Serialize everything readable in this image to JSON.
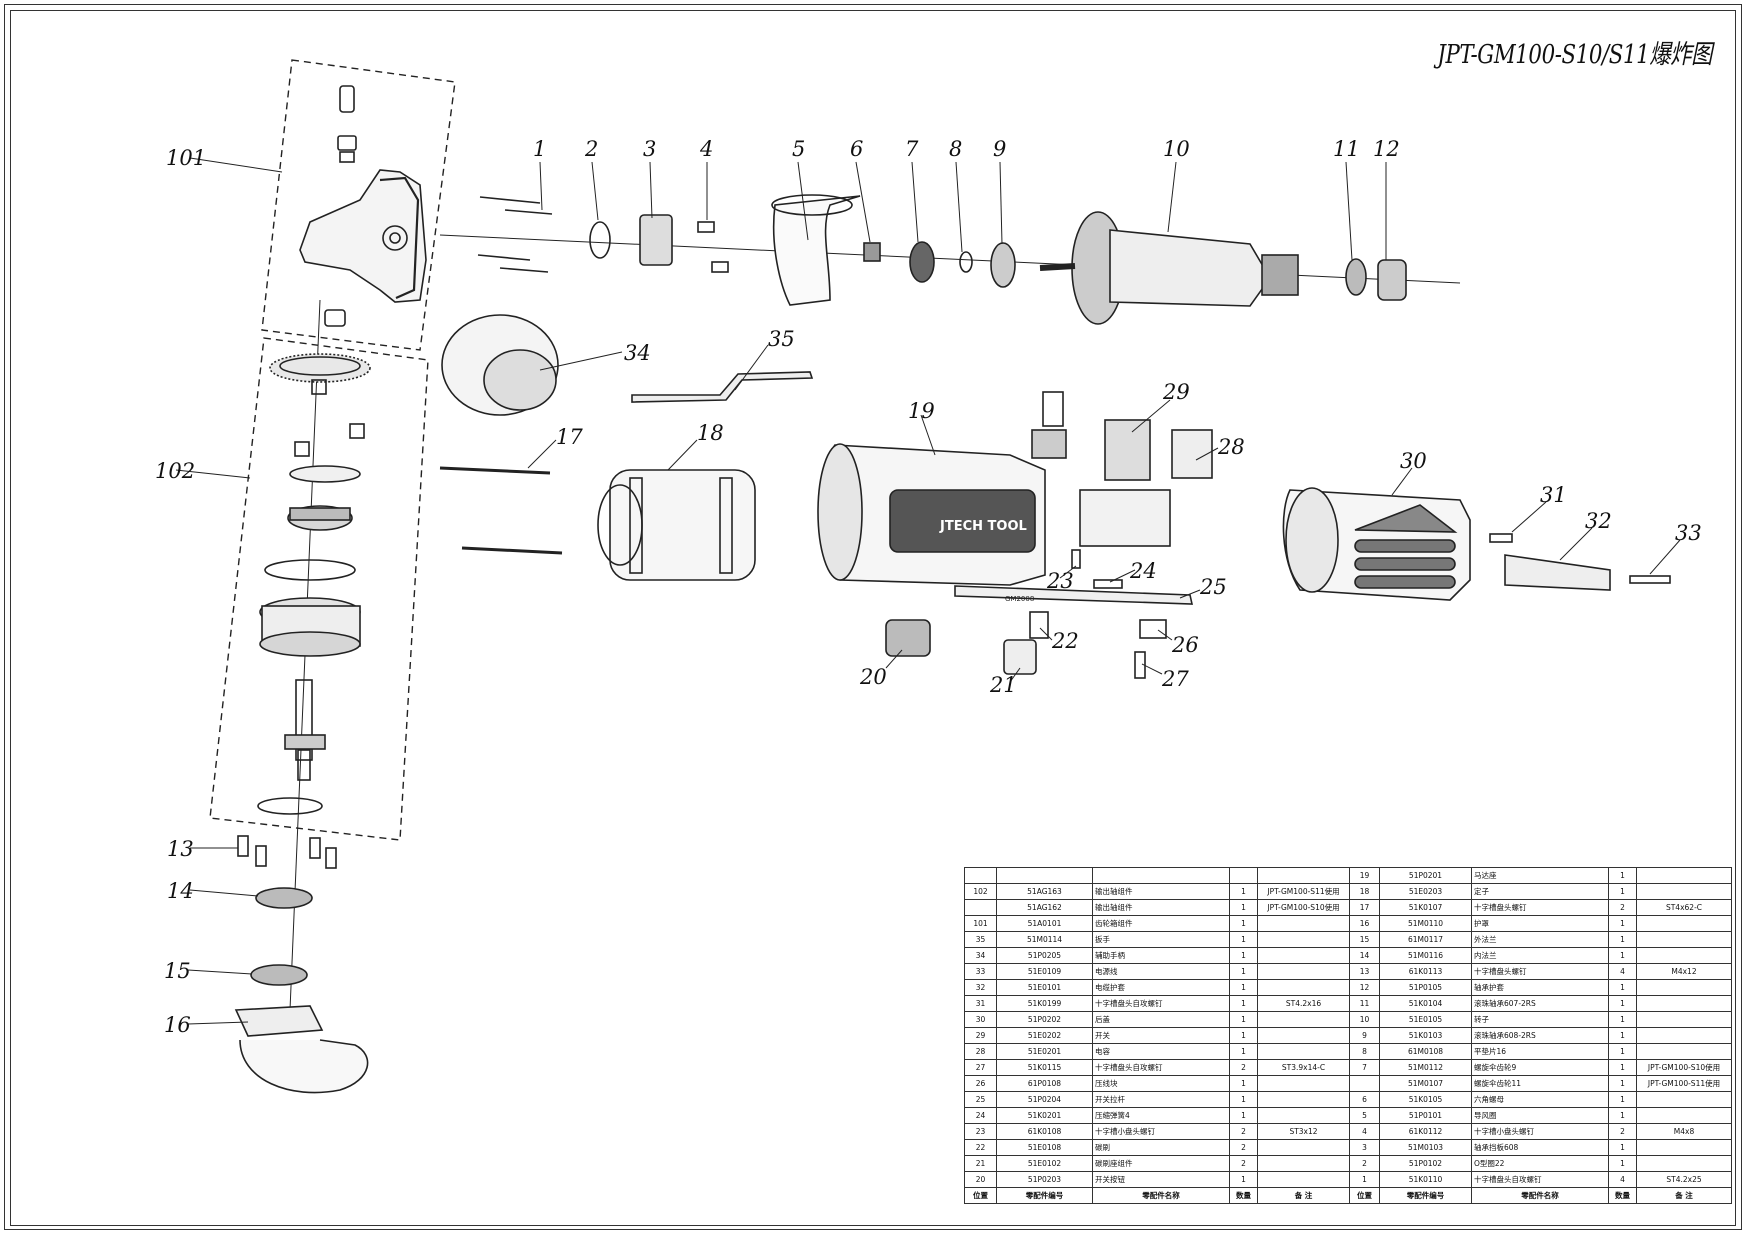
{
  "title": "JPT-GM100-S10/S11爆炸图",
  "brand_logo_text": "JTECH TOOL",
  "pcb_label": "GM2008",
  "callouts": {
    "c1": "1",
    "c2": "2",
    "c3": "3",
    "c4": "4",
    "c5": "5",
    "c6": "6",
    "c7": "7",
    "c8": "8",
    "c9": "9",
    "c10": "10",
    "c11": "11",
    "c12": "12",
    "c13": "13",
    "c14": "14",
    "c15": "15",
    "c16": "16",
    "c17": "17",
    "c18": "18",
    "c19": "19",
    "c20": "20",
    "c21": "21",
    "c22": "22",
    "c23": "23",
    "c24": "24",
    "c25": "25",
    "c26": "26",
    "c27": "27",
    "c28": "28",
    "c29": "29",
    "c30": "30",
    "c31": "31",
    "c32": "32",
    "c33": "33",
    "c34": "34",
    "c35": "35",
    "c101": "101",
    "c102": "102"
  },
  "parts_table": {
    "header": [
      "位置",
      "零配件编号",
      "零配件名称",
      "数量",
      "备 注",
      "位置",
      "零配件编号",
      "零配件名称",
      "数量",
      "备 注"
    ],
    "left_rows": [
      {
        "pos": "",
        "code": "",
        "name": "",
        "qty": "",
        "note": ""
      },
      {
        "pos": "102",
        "code": "51AG163",
        "name": "输出轴组件",
        "qty": "1",
        "note": "JPT-GM100-S11使用"
      },
      {
        "pos": "",
        "code": "51AG162",
        "name": "输出轴组件",
        "qty": "1",
        "note": "JPT-GM100-S10使用"
      },
      {
        "pos": "101",
        "code": "51A0101",
        "name": "齿轮箱组件",
        "qty": "1",
        "note": ""
      },
      {
        "pos": "35",
        "code": "51M0114",
        "name": "扳手",
        "qty": "1",
        "note": ""
      },
      {
        "pos": "34",
        "code": "51P0205",
        "name": "辅助手柄",
        "qty": "1",
        "note": ""
      },
      {
        "pos": "33",
        "code": "51E0109",
        "name": "电源线",
        "qty": "1",
        "note": ""
      },
      {
        "pos": "32",
        "code": "51E0101",
        "name": "电缆护套",
        "qty": "1",
        "note": ""
      },
      {
        "pos": "31",
        "code": "51K0199",
        "name": "十字槽盘头自攻螺钉",
        "qty": "1",
        "note": "ST4.2x16"
      },
      {
        "pos": "30",
        "code": "51P0202",
        "name": "后盖",
        "qty": "1",
        "note": ""
      },
      {
        "pos": "29",
        "code": "51E0202",
        "name": "开关",
        "qty": "1",
        "note": ""
      },
      {
        "pos": "28",
        "code": "51E0201",
        "name": "电容",
        "qty": "1",
        "note": ""
      },
      {
        "pos": "27",
        "code": "51K0115",
        "name": "十字槽盘头自攻螺钉",
        "qty": "2",
        "note": "ST3.9x14-C"
      },
      {
        "pos": "26",
        "code": "61P0108",
        "name": "压线块",
        "qty": "1",
        "note": ""
      },
      {
        "pos": "25",
        "code": "51P0204",
        "name": "开关拉杆",
        "qty": "1",
        "note": ""
      },
      {
        "pos": "24",
        "code": "51K0201",
        "name": "压缩弹簧4",
        "qty": "1",
        "note": ""
      },
      {
        "pos": "23",
        "code": "61K0108",
        "name": "十字槽小盘头螺钉",
        "qty": "2",
        "note": "ST3x12"
      },
      {
        "pos": "22",
        "code": "51E0108",
        "name": "碳刷",
        "qty": "2",
        "note": ""
      },
      {
        "pos": "21",
        "code": "51E0102",
        "name": "碳刷座组件",
        "qty": "2",
        "note": ""
      },
      {
        "pos": "20",
        "code": "51P0203",
        "name": "开关按钮",
        "qty": "1",
        "note": ""
      }
    ],
    "right_rows": [
      {
        "pos": "19",
        "code": "51P0201",
        "name": "马达座",
        "qty": "1",
        "note": ""
      },
      {
        "pos": "18",
        "code": "51E0203",
        "name": "定子",
        "qty": "1",
        "note": ""
      },
      {
        "pos": "17",
        "code": "51K0107",
        "name": "十字槽盘头螺钉",
        "qty": "2",
        "note": "ST4x62-C"
      },
      {
        "pos": "16",
        "code": "51M0110",
        "name": "护罩",
        "qty": "1",
        "note": ""
      },
      {
        "pos": "15",
        "code": "61M0117",
        "name": "外法兰",
        "qty": "1",
        "note": ""
      },
      {
        "pos": "14",
        "code": "51M0116",
        "name": "内法兰",
        "qty": "1",
        "note": ""
      },
      {
        "pos": "13",
        "code": "61K0113",
        "name": "十字槽盘头螺钉",
        "qty": "4",
        "note": "M4x12"
      },
      {
        "pos": "12",
        "code": "51P0105",
        "name": "轴承护套",
        "qty": "1",
        "note": ""
      },
      {
        "pos": "11",
        "code": "51K0104",
        "name": "滚珠轴承607-2RS",
        "qty": "1",
        "note": ""
      },
      {
        "pos": "10",
        "code": "51E0105",
        "name": "转子",
        "qty": "1",
        "note": ""
      },
      {
        "pos": "9",
        "code": "51K0103",
        "name": "滚珠轴承608-2RS",
        "qty": "1",
        "note": ""
      },
      {
        "pos": "8",
        "code": "61M0108",
        "name": "平垫片16",
        "qty": "1",
        "note": ""
      },
      {
        "pos": "7",
        "code": "51M0112",
        "name": "螺旋伞齿轮9",
        "qty": "1",
        "note": "JPT-GM100-S10使用"
      },
      {
        "pos": "",
        "code": "51M0107",
        "name": "螺旋伞齿轮11",
        "qty": "1",
        "note": "JPT-GM100-S11使用"
      },
      {
        "pos": "6",
        "code": "51K0105",
        "name": "六角螺母",
        "qty": "1",
        "note": ""
      },
      {
        "pos": "5",
        "code": "51P0101",
        "name": "导风圈",
        "qty": "1",
        "note": ""
      },
      {
        "pos": "4",
        "code": "61K0112",
        "name": "十字槽小盘头螺钉",
        "qty": "2",
        "note": "M4x8"
      },
      {
        "pos": "3",
        "code": "51M0103",
        "name": "轴承挡板608",
        "qty": "1",
        "note": ""
      },
      {
        "pos": "2",
        "code": "51P0102",
        "name": "O型圈22",
        "qty": "1",
        "note": ""
      },
      {
        "pos": "1",
        "code": "51K0110",
        "name": "十字槽盘头自攻螺钉",
        "qty": "4",
        "note": "ST4.2x25"
      }
    ]
  }
}
